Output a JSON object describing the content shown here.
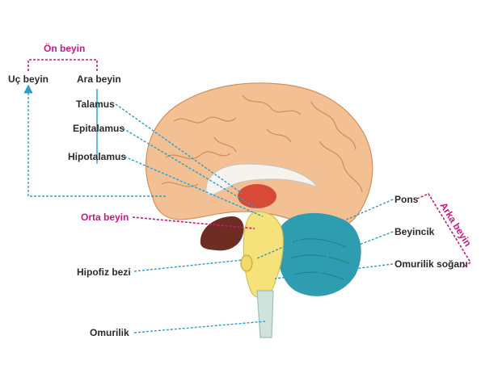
{
  "colors": {
    "accent": "#c8197e",
    "leader": "#2b9dcc",
    "cerebrum": "#f2c093",
    "cerebrum_outline": "#d28f5c",
    "cerebellum": "#2f9db0",
    "brainstem": "#f6e27a",
    "thalamus": "#d84a35",
    "spinal_cord": "#cfe3dc",
    "dark_tissue": "#6e2d22",
    "corpus_callosum": "#f6f3ee"
  },
  "groups": {
    "forebrain": "Ön beyin",
    "midbrain": "Orta beyin",
    "hindbrain": "Arka beyin"
  },
  "labels": {
    "telencephalon": "Uç beyin",
    "diencephalon": "Ara beyin",
    "thalamus": "Talamus",
    "epithalamus": "Epitalamus",
    "hypothalamus": "Hipotalamus",
    "pituitary": "Hipofiz bezi",
    "spinal_cord": "Omurilik",
    "pons": "Pons",
    "cerebellum": "Beyincik",
    "medulla": "Omurilik soğanı"
  }
}
